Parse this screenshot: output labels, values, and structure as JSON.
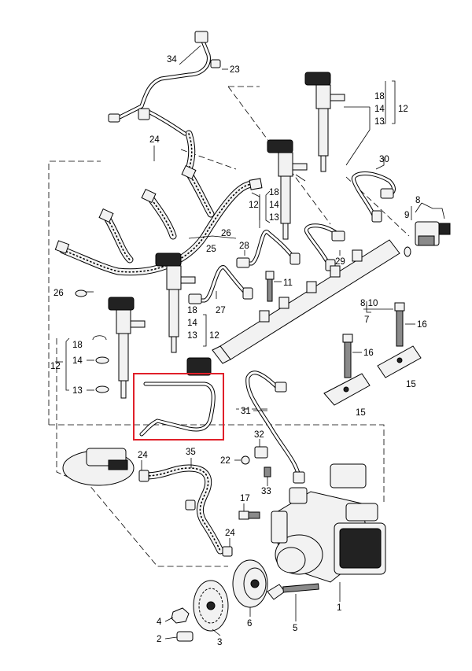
{
  "callouts": {
    "c34": "34",
    "c23": "23",
    "c24a": "24",
    "c18a": "18",
    "c14a": "14",
    "c12a": "12",
    "c13a": "13",
    "c30": "30",
    "c18b": "18",
    "c14b": "14",
    "c12b": "12",
    "c13b": "13",
    "c8": "8",
    "c9": "9",
    "c26a": "26",
    "c25": "25",
    "c28": "28",
    "c29": "29",
    "c26b": "26",
    "c11": "11",
    "c27": "27",
    "c810": "8,10",
    "c7": "7",
    "c16a": "16",
    "c16b": "16",
    "c18c": "18",
    "c14c": "14",
    "c12c": "12",
    "c13c": "13",
    "c18d": "18",
    "c14d": "14",
    "c12d": "12",
    "c13d": "13",
    "c15a": "15",
    "c15b": "15",
    "c31": "31",
    "c32": "32",
    "c22": "22",
    "c33": "33",
    "c24b": "24",
    "c35": "35",
    "c17": "17",
    "c24c": "24",
    "c1": "1",
    "c4": "4",
    "c2": "2",
    "c3": "3",
    "c6": "6",
    "c5": "5"
  },
  "highlight": {
    "color": "#e0202a",
    "part": "fuel-return-pipe"
  },
  "colors": {
    "line": "#000000",
    "background": "#ffffff",
    "part_fill": "#f2f2f2"
  }
}
